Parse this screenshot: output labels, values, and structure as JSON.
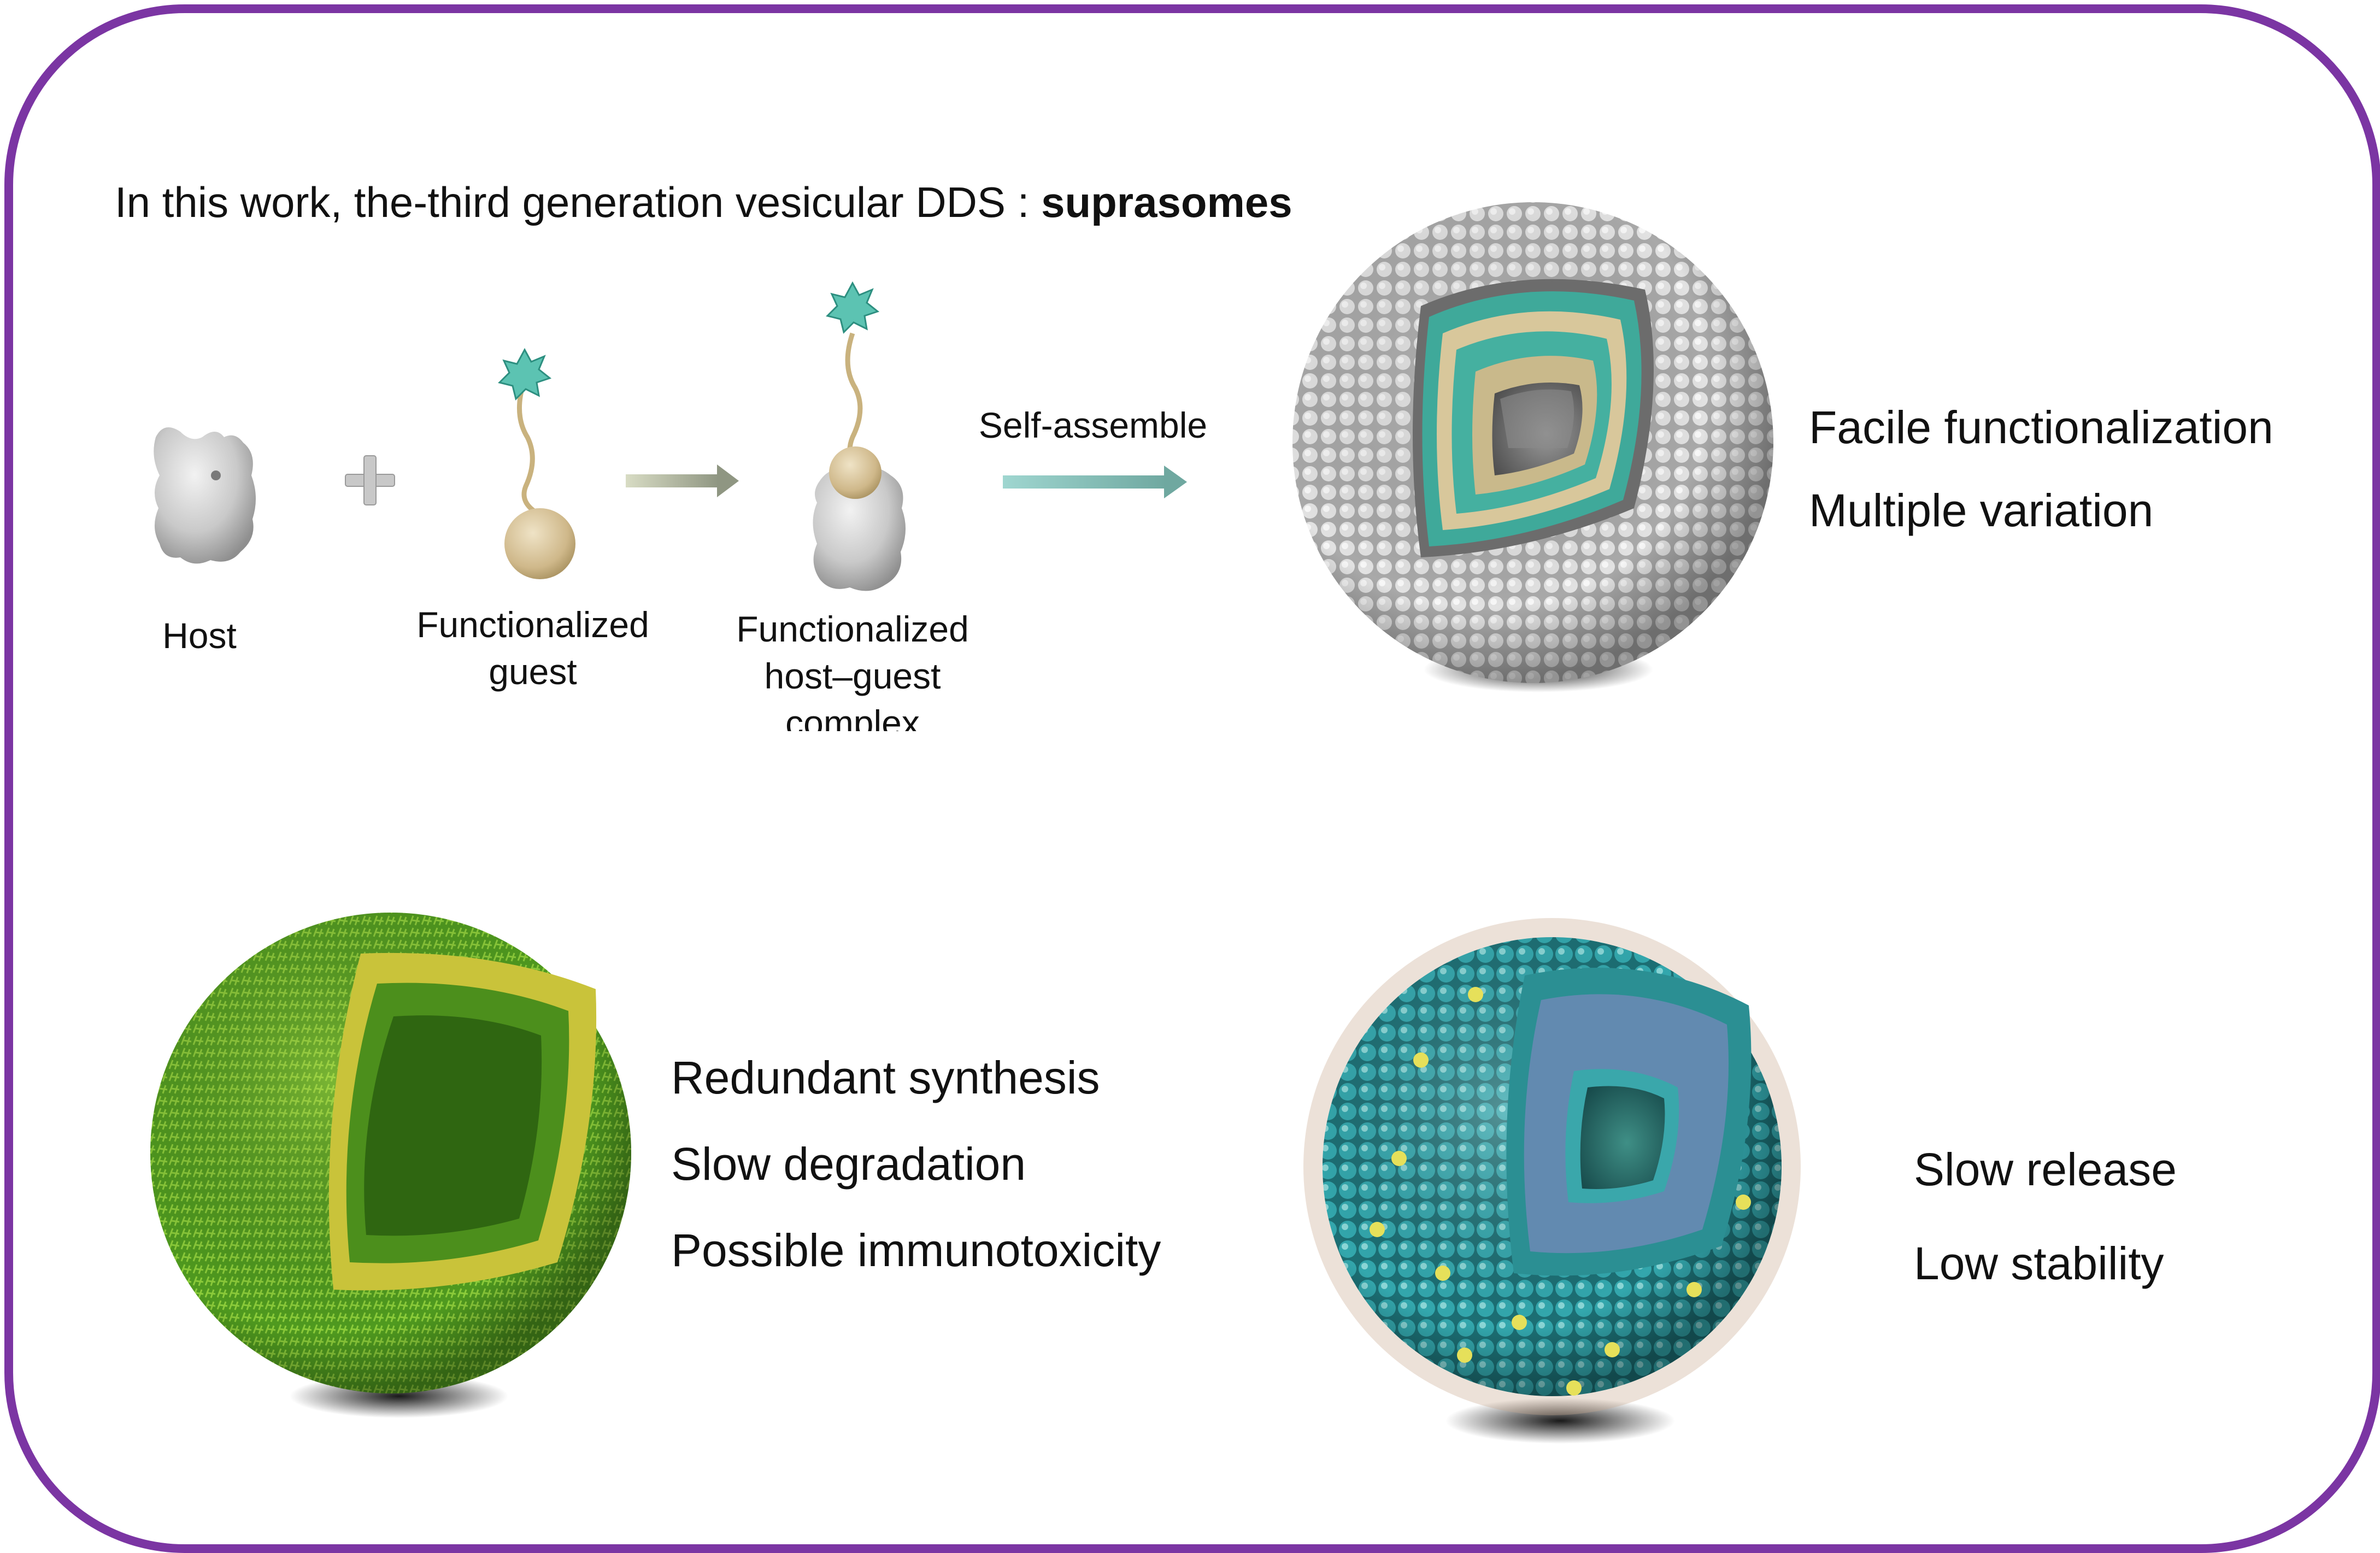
{
  "title": {
    "prefix": "In this work, the-third generation vesicular DDS : ",
    "emphasis": "suprasomes"
  },
  "scheme": {
    "host_label": "Host",
    "guest_label_1": "Functionalized",
    "guest_label_2": "guest",
    "complex_label_1": "Functionalized",
    "complex_label_2": "host–guest",
    "complex_label_3": "complex",
    "arrow_label": "Self-assemble"
  },
  "suprasome": {
    "features": [
      "Facile functionalization",
      "Multiple variation"
    ]
  },
  "polymersome": {
    "features": [
      "Redundant synthesis",
      "Slow degradation",
      "Possible immunotoxicity"
    ]
  },
  "liposome": {
    "features": [
      "Slow release",
      "Low stability"
    ]
  },
  "colors": {
    "frame": "#7b35a3",
    "suprasome_shell": "#b9b9b9",
    "guest_bead": "#d6c39a",
    "star": "#5cc3b2",
    "polymersome_green": "#4f9a1f",
    "liposome_teal": "#2aa3a8",
    "accent_yellow": "#e6e05a"
  },
  "icons": [
    "host-molecule-icon",
    "plus-icon",
    "star-icon",
    "arrow-icon",
    "sphere-icon"
  ]
}
